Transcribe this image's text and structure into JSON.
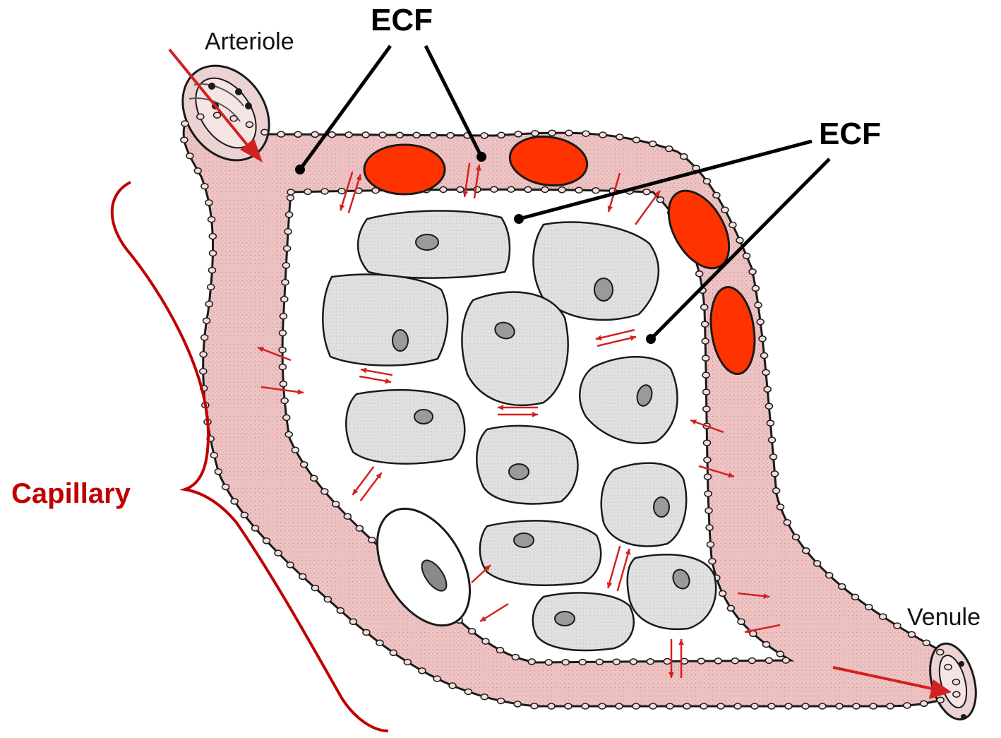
{
  "labels": {
    "ecf_top": "ECF",
    "ecf_right": "ECF",
    "arteriole": "Arteriole",
    "venule": "Venule",
    "capillary": "Capillary"
  },
  "colors": {
    "vessel_fill": "#eec3c3",
    "vessel_outline": "#1a1a1a",
    "red_blood_cell": "#ff3300",
    "tissue_cell": "#dcdcdc",
    "nucleus": "#9a9a9a",
    "exchange_arrow": "#d42020",
    "capillary_brace": "#c00000",
    "leader_line": "#000000"
  },
  "icons": {
    "flow_arrow": "red-flow-arrow-icon",
    "exchange_arrow": "double-red-arrow-icon"
  }
}
